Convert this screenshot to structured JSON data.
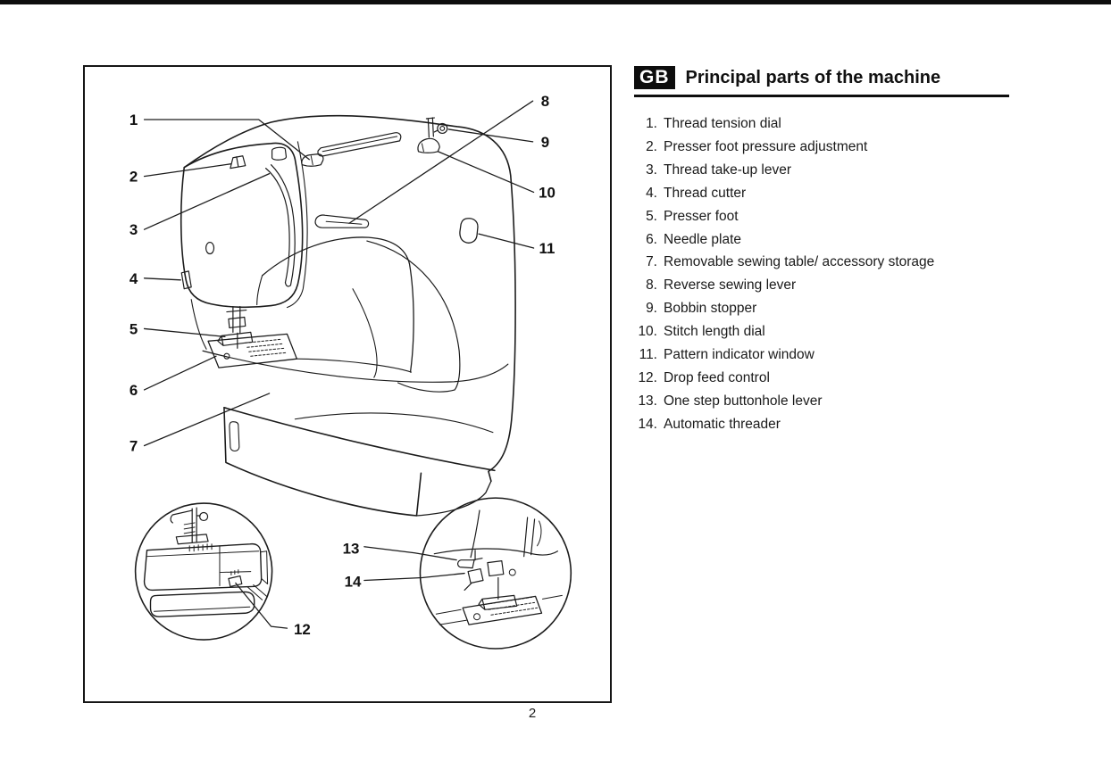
{
  "header": {
    "language_badge": "GB",
    "title": "Principal parts of the machine"
  },
  "parts_list": {
    "items": [
      {
        "num": "1.",
        "label": "Thread tension dial"
      },
      {
        "num": "2.",
        "label": "Presser foot pressure adjustment"
      },
      {
        "num": "3.",
        "label": "Thread take-up lever"
      },
      {
        "num": "4.",
        "label": "Thread cutter"
      },
      {
        "num": "5.",
        "label": "Presser foot"
      },
      {
        "num": "6.",
        "label": "Needle plate"
      },
      {
        "num": "7.",
        "label": "Removable sewing table/ accessory storage"
      },
      {
        "num": "8.",
        "label": "Reverse sewing lever"
      },
      {
        "num": "9.",
        "label": "Bobbin stopper"
      },
      {
        "num": "10.",
        "label": "Stitch length dial"
      },
      {
        "num": "11.",
        "label": "Pattern indicator window"
      },
      {
        "num": "12.",
        "label": "Drop feed control"
      },
      {
        "num": "13.",
        "label": "One step buttonhole lever"
      },
      {
        "num": "14.",
        "label": "Automatic threader"
      }
    ]
  },
  "diagram": {
    "callouts": [
      "1",
      "2",
      "3",
      "4",
      "5",
      "6",
      "7",
      "8",
      "9",
      "10",
      "11",
      "12",
      "13",
      "14"
    ]
  },
  "footer": {
    "page_number": "2"
  }
}
